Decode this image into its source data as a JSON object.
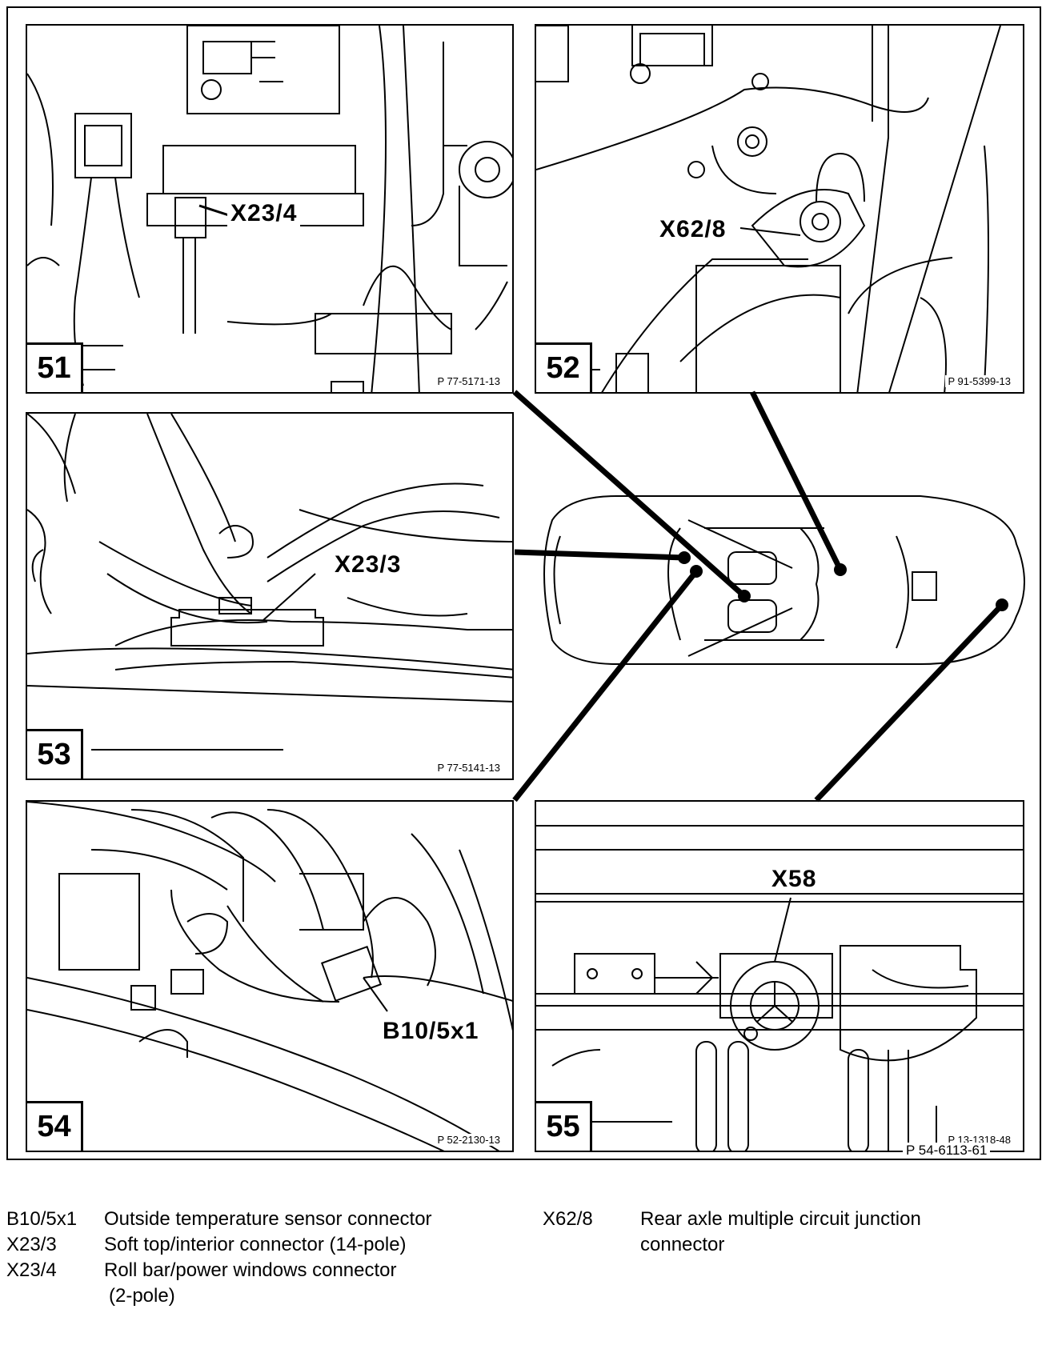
{
  "figure": {
    "reference": "P 54-6113-61"
  },
  "panels": [
    {
      "number": "51",
      "label": "X23/4",
      "reference": "P 77-5171-13"
    },
    {
      "number": "52",
      "label": "X62/8",
      "reference": "P 91-5399-13"
    },
    {
      "number": "53",
      "label": "X23/3",
      "reference": "P 77-5141-13"
    },
    {
      "number": "54",
      "label": "B10/5x1",
      "reference": "P 52-2130-13"
    },
    {
      "number": "55",
      "label": "X58",
      "reference": "P 13-1318-48"
    }
  ],
  "legend": [
    {
      "code": "B10/5x1",
      "description": "Outside temperature sensor connector"
    },
    {
      "code": "X23/3",
      "description": "Soft top/interior connector (14-pole)"
    },
    {
      "code": "X23/4",
      "description": "Roll bar/power windows connector"
    },
    {
      "code": "",
      "description": "(2-pole)"
    },
    {
      "code": "X62/8",
      "description": "Rear axle multiple circuit junction"
    },
    {
      "code": "",
      "description": "connector"
    }
  ]
}
